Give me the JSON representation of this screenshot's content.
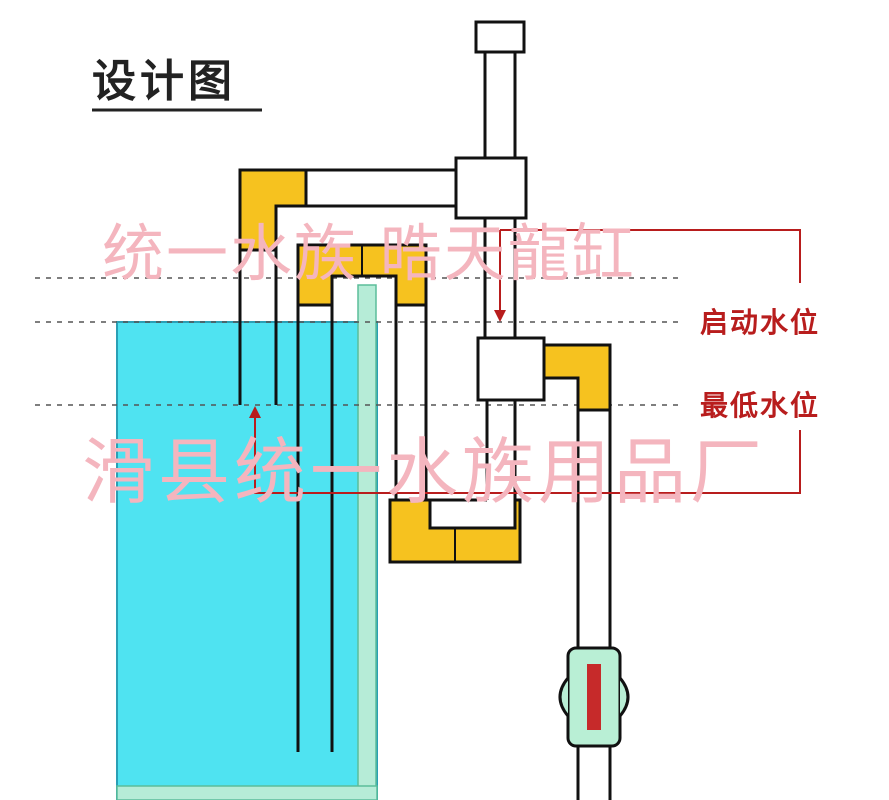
{
  "diagram": {
    "title": "设计图",
    "labels": {
      "start_level": "启动水位",
      "min_level": "最低水位"
    },
    "watermarks": {
      "line1": "统一水族 晧天龍缸",
      "line2": "滑县统一水族用品厂"
    },
    "colors": {
      "water": "#4fe3f1",
      "water_edge": "#2a9fb5",
      "glass": "#b6ecd7",
      "fitting": "#f6c21f",
      "pipe_outline": "#111111",
      "annotation": "#b81d1d",
      "watermark": "#f4b5be",
      "valve_body": "#b9efd5",
      "valve_core": "#c62a2a"
    }
  }
}
